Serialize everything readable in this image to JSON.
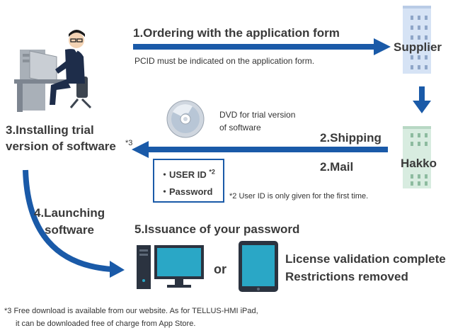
{
  "steps": {
    "ordering": "1.Ordering with the application form",
    "ordering_note": "PCID must be indicated on the application form.",
    "supplier": "Supplier",
    "shipping": "2.Shipping",
    "mail": "2.Mail",
    "hakko": "Hakko",
    "dvd_note_line1": "DVD for trial version",
    "dvd_note_line2": "of software",
    "installing_line1": "3.Installing trial",
    "installing_line2": "version of software",
    "installing_ref": "*3",
    "credentials": {
      "user_id": "・USER ID",
      "user_id_ref": "*2",
      "password": "・Password"
    },
    "userid_note": "*2 User ID is only given for the first time.",
    "launching_line1": "4.Launching",
    "launching_line2": "software",
    "issuance": "5.Issuance of your password",
    "or": "or",
    "result_line1": "License validation complete",
    "result_line2": "Restrictions removed",
    "footnote_line1": "*3 Free download is available from our website. As for TELLUS-HMI iPad,",
    "footnote_line2": "it can be downloaded free of charge from App Store."
  },
  "colors": {
    "arrow": "#1a5aa8",
    "building_blue": "#d6e3f5",
    "building_green": "#d8ece0",
    "monitor": "#2aa7c6"
  },
  "icons": [
    "office-worker-icon",
    "building-icon",
    "dvd-disc-icon",
    "desktop-pc-icon",
    "tablet-icon"
  ]
}
